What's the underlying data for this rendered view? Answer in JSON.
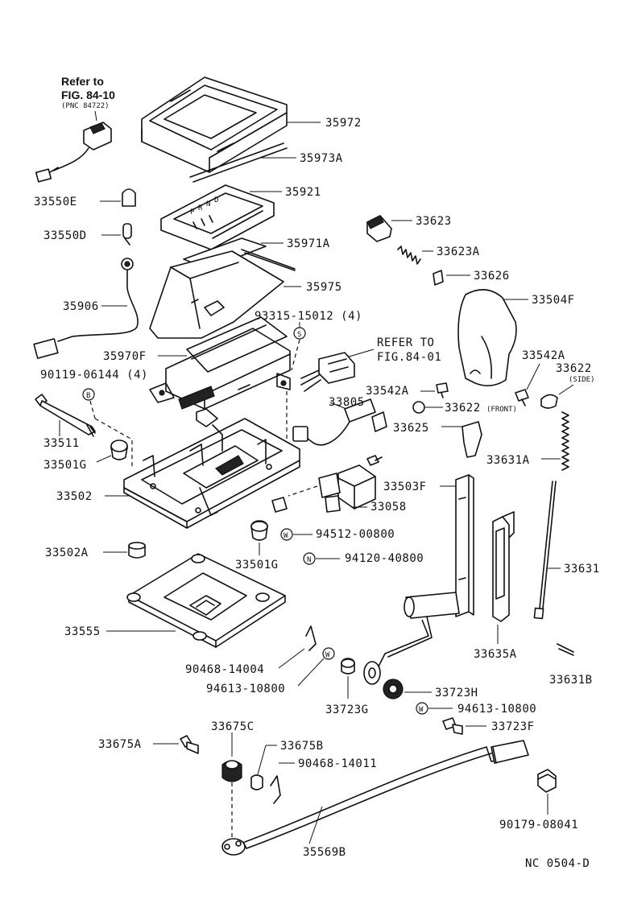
{
  "diagram_id": "NC 0504-D",
  "refer_switch": {
    "line1": "Refer to",
    "line2": "FIG. 84-10",
    "line3": "(PNC 84722)"
  },
  "refer_harness": {
    "line1": "REFER TO",
    "line2": "FIG.84-01"
  },
  "callouts": {
    "p35972": "35972",
    "p35973A": "35973A",
    "p35921": "35921",
    "p33550E": "33550E",
    "p33550D": "33550D",
    "p35971A": "35971A",
    "p33623": "33623",
    "p33623A": "33623A",
    "p33626": "33626",
    "p35975": "35975",
    "p35906": "35906",
    "p33504F": "33504F",
    "p93315": "93315-15012 (4)",
    "p35970F": "35970F",
    "p33542A_1": "33542A",
    "p33622_side": "33622",
    "side": "(SIDE)",
    "p90119": "90119-06144 (4)",
    "p33542A_2": "33542A",
    "p33805": "33805",
    "p33622_front": "33622",
    "front": "(FRONT)",
    "p33511": "33511",
    "p33625": "33625",
    "p33501G_1": "33501G",
    "p33631A": "33631A",
    "p33502": "33502",
    "p33503F": "33503F",
    "p33058": "33058",
    "p94512": "94512-00800",
    "p33502A": "33502A",
    "p94120": "94120-40800",
    "p33501G_2": "33501G",
    "p33631": "33631",
    "p33555": "33555",
    "p33635A": "33635A",
    "p90468_14004": "90468-14004",
    "p33631B": "33631B",
    "p94613_1": "94613-10800",
    "p33723H": "33723H",
    "p33723G": "33723G",
    "p94613_2": "94613-10800",
    "p33675A": "33675A",
    "p33675C": "33675C",
    "p33723F": "33723F",
    "p33675B": "33675B",
    "p90468_14011": "90468-14011",
    "p90179": "90179-08041",
    "p35569B": "35569B"
  },
  "symbols": {
    "s": "S",
    "b": "B",
    "w1": "W",
    "n": "N",
    "w2": "W",
    "w3": "W"
  },
  "indicator": {
    "p": "P",
    "r": "R",
    "n": "N",
    "d": "D"
  }
}
